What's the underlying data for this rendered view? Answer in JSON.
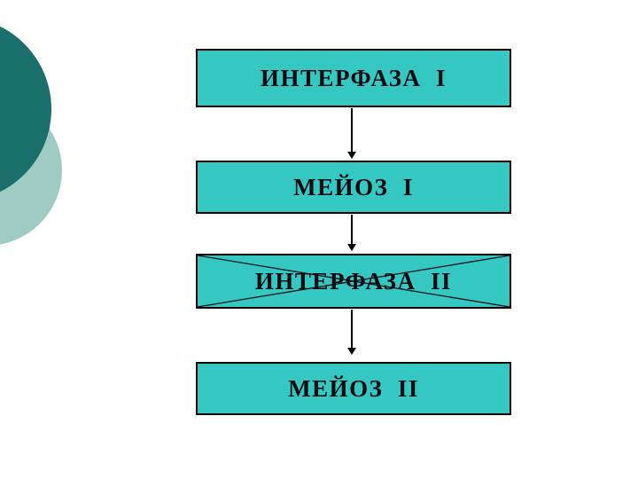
{
  "slide": {
    "background_color": "#ffffff",
    "decorations": {
      "dark_circle_color": "#1A6E6C",
      "light_circle_color": "#A0CBC5"
    },
    "node_style": {
      "fill_color": "#35C8C3",
      "border_color": "#000000",
      "text_color": "#0b0b10"
    },
    "nodes": [
      {
        "id": "interphase-1",
        "label": "ИНТЕРФАЗА  I",
        "crossed_out": false
      },
      {
        "id": "meiosis-1",
        "label": "МЕЙОЗ  I",
        "crossed_out": false
      },
      {
        "id": "interphase-2",
        "label": "ИНТЕРФАЗА  II",
        "crossed_out": true
      },
      {
        "id": "meiosis-2",
        "label": "МЕЙОЗ  II",
        "crossed_out": false
      }
    ],
    "flow": [
      {
        "from": "interphase-1",
        "to": "meiosis-1"
      },
      {
        "from": "meiosis-1",
        "to": "interphase-2"
      },
      {
        "from": "interphase-2",
        "to": "meiosis-2"
      }
    ]
  }
}
